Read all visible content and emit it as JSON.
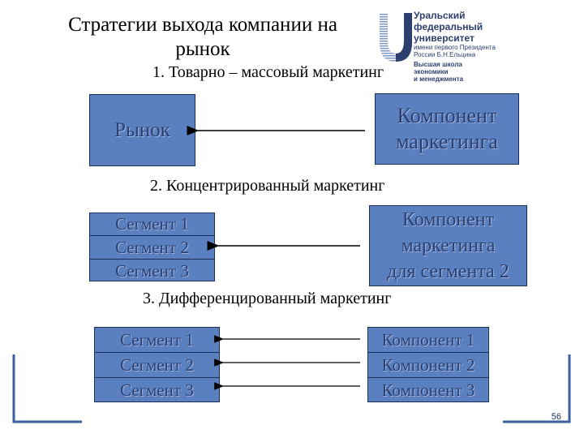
{
  "title_line1": "Стратегии выхода компании на",
  "title_line2": "рынок",
  "section1": {
    "heading": "1. Товарно – массовый маркетинг",
    "market": "Рынок",
    "component_lines": [
      "Компонент",
      "маркетинга"
    ]
  },
  "section2": {
    "heading": "2. Концентрированный маркетинг",
    "segments": [
      "Сегмент 1",
      "Сегмент 2",
      "Сегмент 3"
    ],
    "component_lines": [
      "Компонент",
      "маркетинга",
      "для сегмента 2"
    ]
  },
  "section3": {
    "heading": "3. Дифференцированный маркетинг",
    "segments": [
      "Сегмент 1",
      "Сегмент 2",
      "Сегмент 3"
    ],
    "components": [
      "Компонент 1",
      "Компонент 2",
      "Компонент 3"
    ]
  },
  "logo": {
    "lines_bold": [
      "Уральский",
      "федеральный",
      "университет"
    ],
    "lines_small": [
      "имени первого Президента",
      "России Б.Н.Ельцина"
    ],
    "lines_school": [
      "Высшая школа",
      "экономики",
      "и менеджмента"
    ]
  },
  "page_number": "56",
  "colors": {
    "box_fill": "#5b80c0",
    "box_border": "#1c2f58",
    "box_text": "#2b3f72",
    "frame": "#3d5fa0",
    "logo_blue": "#2c3f6e"
  }
}
